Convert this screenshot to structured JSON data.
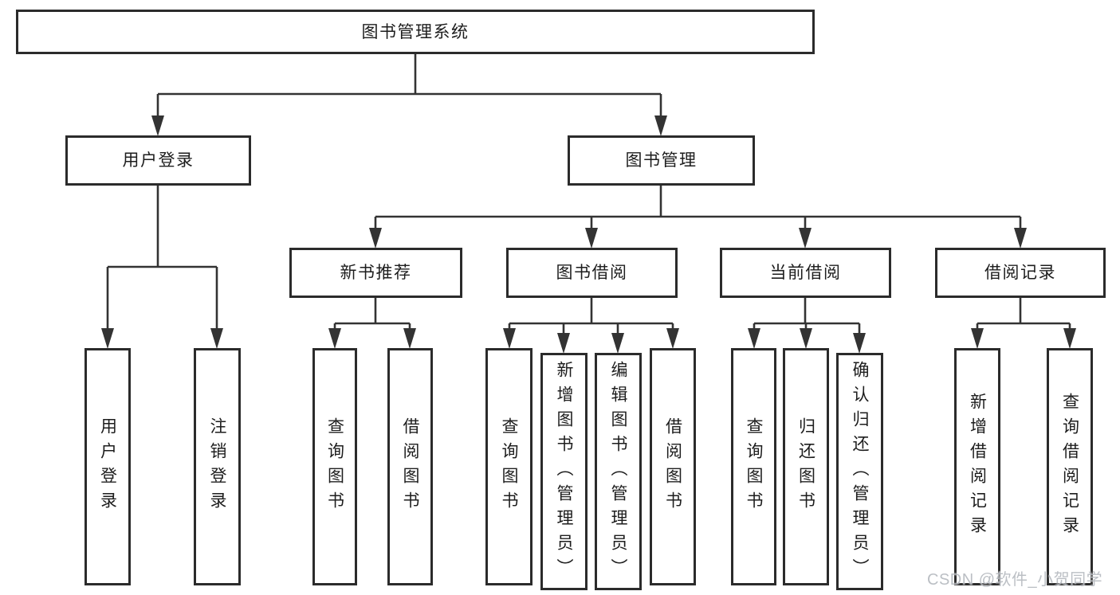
{
  "diagram_title": "图书管理系统",
  "nodes": {
    "root": "图书管理系统",
    "user_login_branch": "用户登录",
    "book_mgmt_branch": "图书管理",
    "new_books": "新书推荐",
    "book_borrow": "图书借阅",
    "current_borrow": "当前借阅",
    "borrow_records": "借阅记录",
    "leaf_user_login": "用户登录",
    "leaf_logout": "注销登录",
    "leaf_nb_query": "查询图书",
    "leaf_nb_borrow": "借阅图书",
    "leaf_bb_query": "查询图书",
    "leaf_bb_add": "新增图书（管理员）",
    "leaf_bb_edit": "编辑图书（管理员）",
    "leaf_bb_borrow": "借阅图书",
    "leaf_cb_query": "查询图书",
    "leaf_cb_return": "归还图书",
    "leaf_cb_confirm": "确认归还（管理员）",
    "leaf_br_add": "新增借阅记录",
    "leaf_br_query": "查询借阅记录"
  },
  "tree": {
    "root": "图书管理系统",
    "children": [
      {
        "label": "用户登录",
        "children": [
          "用户登录",
          "注销登录"
        ]
      },
      {
        "label": "图书管理",
        "children": [
          {
            "label": "新书推荐",
            "children": [
              "查询图书",
              "借阅图书"
            ]
          },
          {
            "label": "图书借阅",
            "children": [
              "查询图书",
              "新增图书（管理员）",
              "编辑图书（管理员）",
              "借阅图书"
            ]
          },
          {
            "label": "当前借阅",
            "children": [
              "查询图书",
              "归还图书",
              "确认归还（管理员）"
            ]
          },
          {
            "label": "借阅记录",
            "children": [
              "新增借阅记录",
              "查询借阅记录"
            ]
          }
        ]
      }
    ]
  },
  "watermark": {
    "text": "CSDN @软件_小贺同学"
  },
  "colors": {
    "line": "#333333",
    "box_border": "#2b2b2b",
    "box_fill": "#ffffff",
    "text": "#1d1d1d",
    "watermark": "#b6bac0",
    "background": "#ffffff"
  }
}
